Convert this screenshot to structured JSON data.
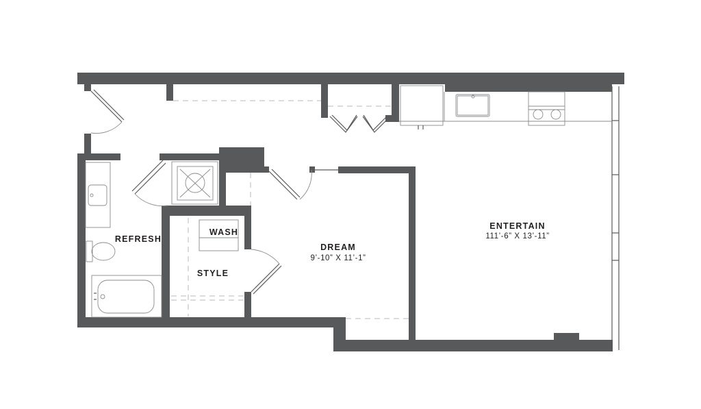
{
  "rooms": {
    "entertain": {
      "name": "ENTERTAIN",
      "dimensions": "111’-6” X 13’-11”"
    },
    "dream": {
      "name": "DREAM",
      "dimensions": "9’-10” X 11’-1”"
    },
    "refresh": {
      "name": "REFRESH"
    },
    "wash": {
      "name": "WASH"
    },
    "style": {
      "name": "STYLE"
    }
  },
  "colors": {
    "wall": "#58595b",
    "background": "#ffffff",
    "text": "#231f20"
  }
}
